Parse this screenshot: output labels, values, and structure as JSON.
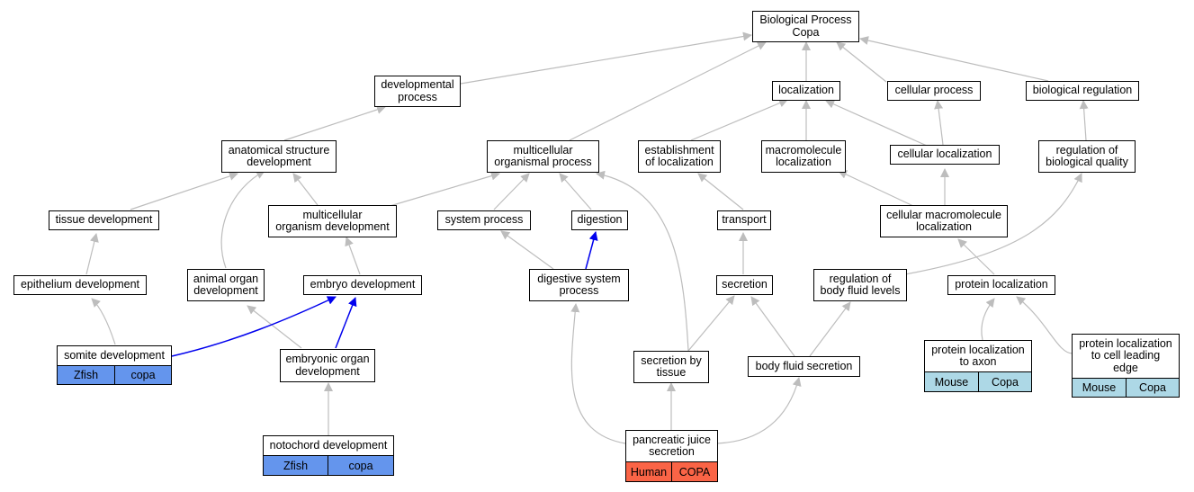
{
  "colors": {
    "zfish": "#6495ed",
    "mouse": "#add8e6",
    "human": "#fa6446",
    "edge_default": "#bdbdbd",
    "edge_highlight": "#0000ee"
  },
  "nodes": {
    "root": "Biological Process\nCopa",
    "developmental_process": "developmental\nprocess",
    "localization": "localization",
    "cellular_process": "cellular process",
    "biological_regulation": "biological regulation",
    "anatomical_structure_development": "anatomical structure\ndevelopment",
    "multicellular_organismal_process": "multicellular\norganismal process",
    "establishment_of_localization": "establishment\nof localization",
    "macromolecule_localization": "macromolecule\nlocalization",
    "cellular_localization": "cellular localization",
    "regulation_of_biological_quality": "regulation of\nbiological quality",
    "tissue_development": "tissue development",
    "multicellular_organism_development": "multicellular\norganism development",
    "system_process": "system process",
    "digestion": "digestion",
    "transport": "transport",
    "cellular_macromolecule_localization": "cellular macromolecule\nlocalization",
    "epithelium_development": "epithelium development",
    "animal_organ_development": "animal organ\ndevelopment",
    "embryo_development": "embryo development",
    "digestive_system_process": "digestive system\nprocess",
    "secretion": "secretion",
    "regulation_of_body_fluid_levels": "regulation of\nbody fluid levels",
    "protein_localization": "protein localization",
    "somite_development": "somite development",
    "embryonic_organ_development": "embryonic organ\ndevelopment",
    "secretion_by_tissue": "secretion by\ntissue",
    "body_fluid_secretion": "body fluid secretion",
    "protein_localization_to_axon": "protein localization\nto axon",
    "protein_localization_to_cell_leading_edge": "protein localization\nto cell leading\nedge",
    "notochord_development": "notochord development",
    "pancreatic_juice_secretion": "pancreatic juice\nsecretion"
  },
  "annotations": {
    "somite_development": {
      "species": "Zfish",
      "gene": "copa"
    },
    "notochord_development": {
      "species": "Zfish",
      "gene": "copa"
    },
    "pancreatic_juice_secretion": {
      "species": "Human",
      "gene": "COPA"
    },
    "protein_localization_to_axon": {
      "species": "Mouse",
      "gene": "Copa"
    },
    "protein_localization_to_cell_leading_edge": {
      "species": "Mouse",
      "gene": "Copa"
    }
  }
}
